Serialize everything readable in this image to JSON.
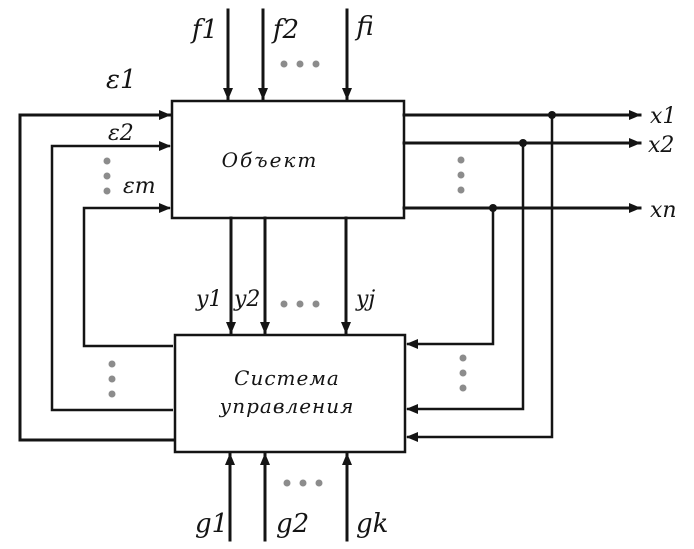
{
  "blocks": {
    "object": "Объект",
    "control_line1": "Система",
    "control_line2": "управления"
  },
  "inputs_f": [
    "f1",
    "f2",
    "fi"
  ],
  "outputs_x": [
    "x1",
    "x2",
    "xn"
  ],
  "outputs_y": [
    "y1",
    "y2",
    "yj"
  ],
  "inputs_g": [
    "g1",
    "g2",
    "gk"
  ],
  "errors_e": [
    "ε1",
    "ε2",
    "εm"
  ],
  "colors": {
    "line": "#141414",
    "dots": "#8c8c8c",
    "background": "#ffffff"
  }
}
